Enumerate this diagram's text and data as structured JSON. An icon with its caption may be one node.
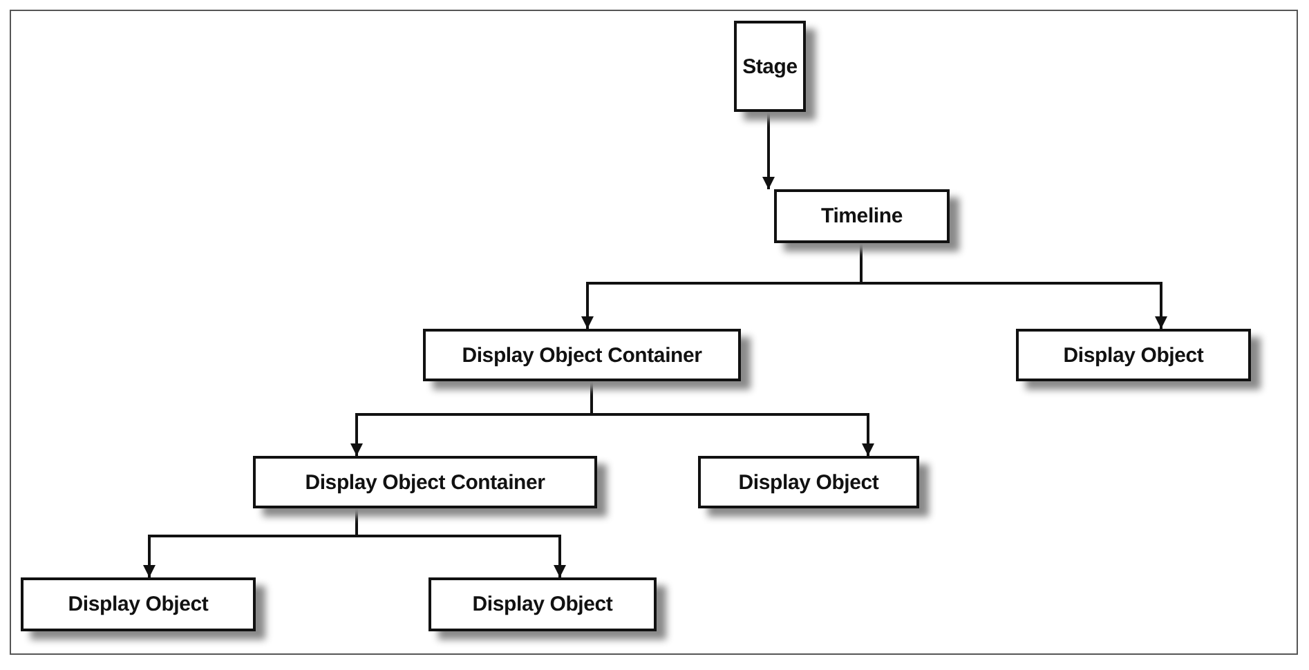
{
  "diagram": {
    "nodes": [
      {
        "text": [
          "Stage"
        ]
      },
      {
        "text": [
          "Timeline"
        ]
      },
      {
        "text": [
          "Display Object Container"
        ]
      },
      {
        "text": [
          "Display Object"
        ]
      },
      {
        "text": [
          "Display Object Container"
        ]
      },
      {
        "text": [
          "Display Object"
        ]
      },
      {
        "text": [
          "Display Object"
        ]
      },
      {
        "text": [
          "Display Object"
        ]
      }
    ],
    "edges": [
      {
        "from": 0,
        "to": 1,
        "arrow": "to"
      },
      {
        "from": 1,
        "to": 2,
        "arrow": "to"
      },
      {
        "from": 1,
        "to": 3,
        "arrow": "to"
      },
      {
        "from": 2,
        "to": 4,
        "arrow": "to"
      },
      {
        "from": 2,
        "to": 5,
        "arrow": "to"
      },
      {
        "from": 4,
        "to": 6,
        "arrow": "to"
      },
      {
        "from": 4,
        "to": 7,
        "arrow": "to"
      }
    ]
  }
}
